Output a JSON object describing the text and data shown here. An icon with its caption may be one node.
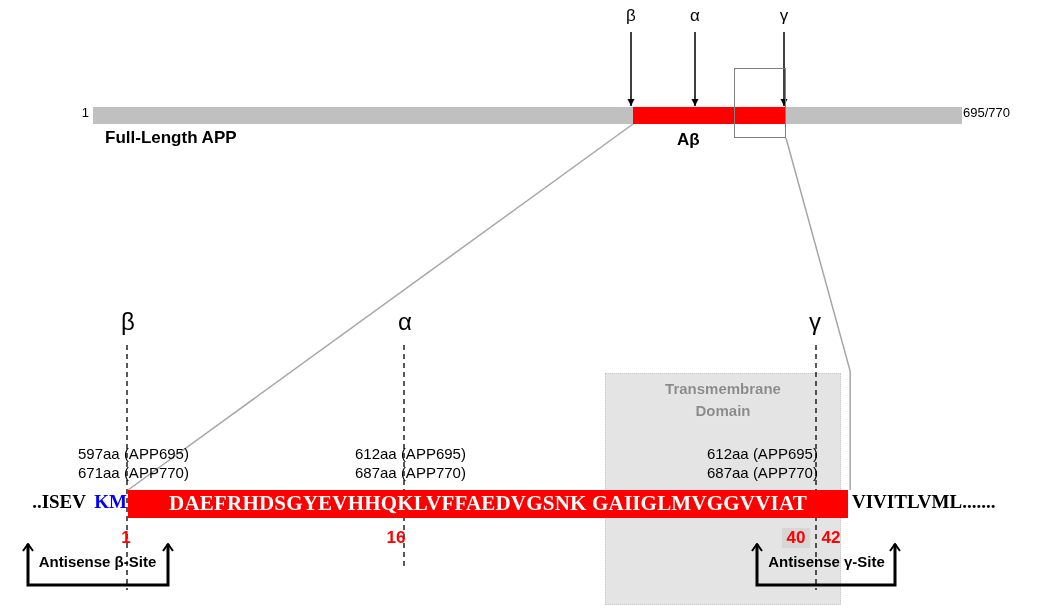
{
  "diagram": {
    "nodes": [
      {
        "text": [
          "β"
        ]
      },
      {
        "text": [
          "α"
        ]
      },
      {
        "text": [
          "γ"
        ]
      },
      {
        "text": [
          "Full-Length APP"
        ],
        "beside": [
          "1",
          "695/770"
        ]
      },
      {
        "text": [
          "Aβ"
        ],
        "in": 3
      },
      {
        "text": [],
        "shape": "box"
      },
      {
        "text": [
          "Transmembrane Domain"
        ]
      },
      {
        "text": [
          "DAEFRHDSGYEVHHQKLVFFAEDVGSNK GAIIGLMVGGVVIAT"
        ]
      }
    ],
    "edges": [
      {
        "from": 0,
        "to": 4,
        "arrow": "to"
      },
      {
        "from": 1,
        "to": 4,
        "arrow": "to"
      },
      {
        "from": 2,
        "to": 4,
        "arrow": "to"
      },
      {
        "from": 4,
        "to": 7,
        "arrow": "none",
        "color": "#a6a6a6"
      },
      {
        "from": 5,
        "to": 7,
        "arrow": "none",
        "color": "#a6a6a6"
      }
    ],
    "labels": [
      "β",
      "α",
      "γ",
      "597aa (APP695)",
      "671aa (APP770)",
      "612aa (APP695)",
      "687aa (APP770)",
      "612aa (APP695)",
      "687aa (APP770)",
      "..ISEV",
      "KM",
      "VIVITLVML.......",
      "1",
      "16",
      "40",
      "42",
      "Antisense β-Site",
      "Antisense γ-Site"
    ]
  }
}
